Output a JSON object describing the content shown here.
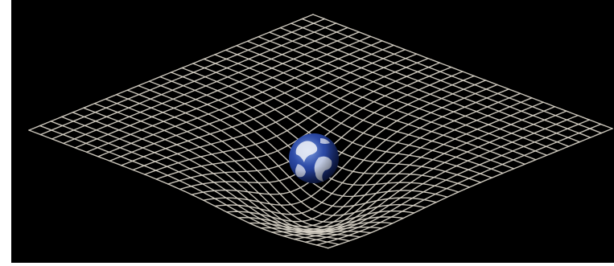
{
  "scene": {
    "subject": "spacetime-curvature-illustration",
    "background_color": "#000000",
    "grid_color": "#d9d4c8",
    "grid_divisions": 26,
    "planet": {
      "name": "earth",
      "ocean_color": "#2c4aa6",
      "deep_ocean_color": "#0f1f5c",
      "cloud_color": "#f2f4f8"
    }
  }
}
